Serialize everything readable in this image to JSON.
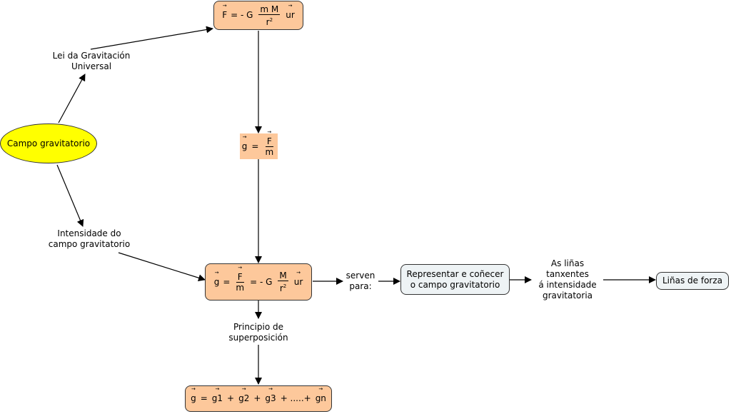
{
  "colors": {
    "formula_box": "#fdc89b",
    "concept_box": "#eef3f5",
    "root_ellipse": "#ffff00",
    "line": "#000000"
  },
  "nodes": {
    "campo": "Campo gravitatorio",
    "lei_label": [
      "Lei da Gravitación",
      "Universal"
    ],
    "intensidade_label": [
      "Intensidade do",
      "campo gravitatorio"
    ],
    "formula_newton": {
      "F": "F",
      "eq": "= - G",
      "num": "m M",
      "den": "r",
      "den_exp": "2",
      "ur": "ur"
    },
    "formula_g_simple": {
      "g": "g",
      "eq": "=",
      "num": "F",
      "den": "m"
    },
    "formula_g_full": {
      "g": "g",
      "eq1": "=",
      "num1": "F",
      "den1": "m",
      "eq2": "= - G",
      "num2": "M",
      "den2": "r",
      "den2_exp": "2",
      "ur": "ur"
    },
    "principio_label": [
      "Principio de",
      "superposición"
    ],
    "formula_super": {
      "g": "g",
      "eq": "=",
      "g1": "g1",
      "plus1": "+",
      "g2": "g2",
      "plus2": "+",
      "g3": "g3",
      "plus3": "+ .....+",
      "gn": "gn"
    },
    "serven_label": [
      "serven",
      "para:"
    ],
    "representar": [
      "Representar e coñecer",
      "o campo gravitatorio"
    ],
    "linas_label": [
      "As liñas",
      "tanxentes",
      "á intensidade",
      "gravitatoria"
    ],
    "linas_forza": "Liñas de forza"
  }
}
